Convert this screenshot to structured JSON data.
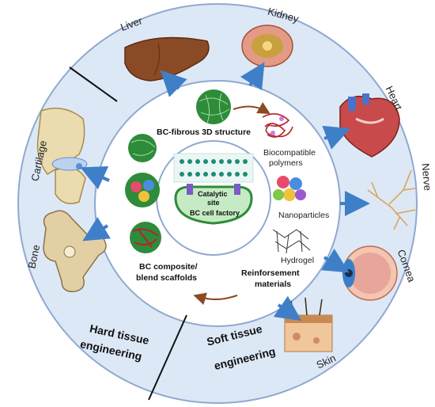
{
  "organs": {
    "liver": "Liver",
    "kidney": "Kidney",
    "heart": "Heart",
    "nerve": "Nerve",
    "cornea": "Cornea",
    "skin": "Skin",
    "cartilage": "Cartilage",
    "bone": "Bone"
  },
  "inner": {
    "fibrous": "BC-fibrous 3D structure",
    "biocompatible_1": "Biocompatible",
    "biocompatible_2": "polymers",
    "nanoparticles": "Nanoparticles",
    "hydrogel": "Hydrogel",
    "reinforcement_1": "Reinforsement",
    "reinforcement_2": "materials",
    "composite_1": "BC composite/",
    "composite_2": "blend scaffolds"
  },
  "center": {
    "catalytic_1": "Catalytic",
    "catalytic_2": "site",
    "factory": "BC cell factory"
  },
  "zones": {
    "hard_1": "Hard tissue",
    "hard_2": "engineering",
    "soft_1": "Soft tissue",
    "soft_2": "engineering"
  },
  "colors": {
    "ring_fill": "#dde8f6",
    "ring_stroke": "#8fa9cf",
    "inner_fill": "#ffffff",
    "fiber_green": "#2e8b3a",
    "arrow_blue": "#3f7fc8",
    "arrow_brown": "#8a4a22"
  }
}
